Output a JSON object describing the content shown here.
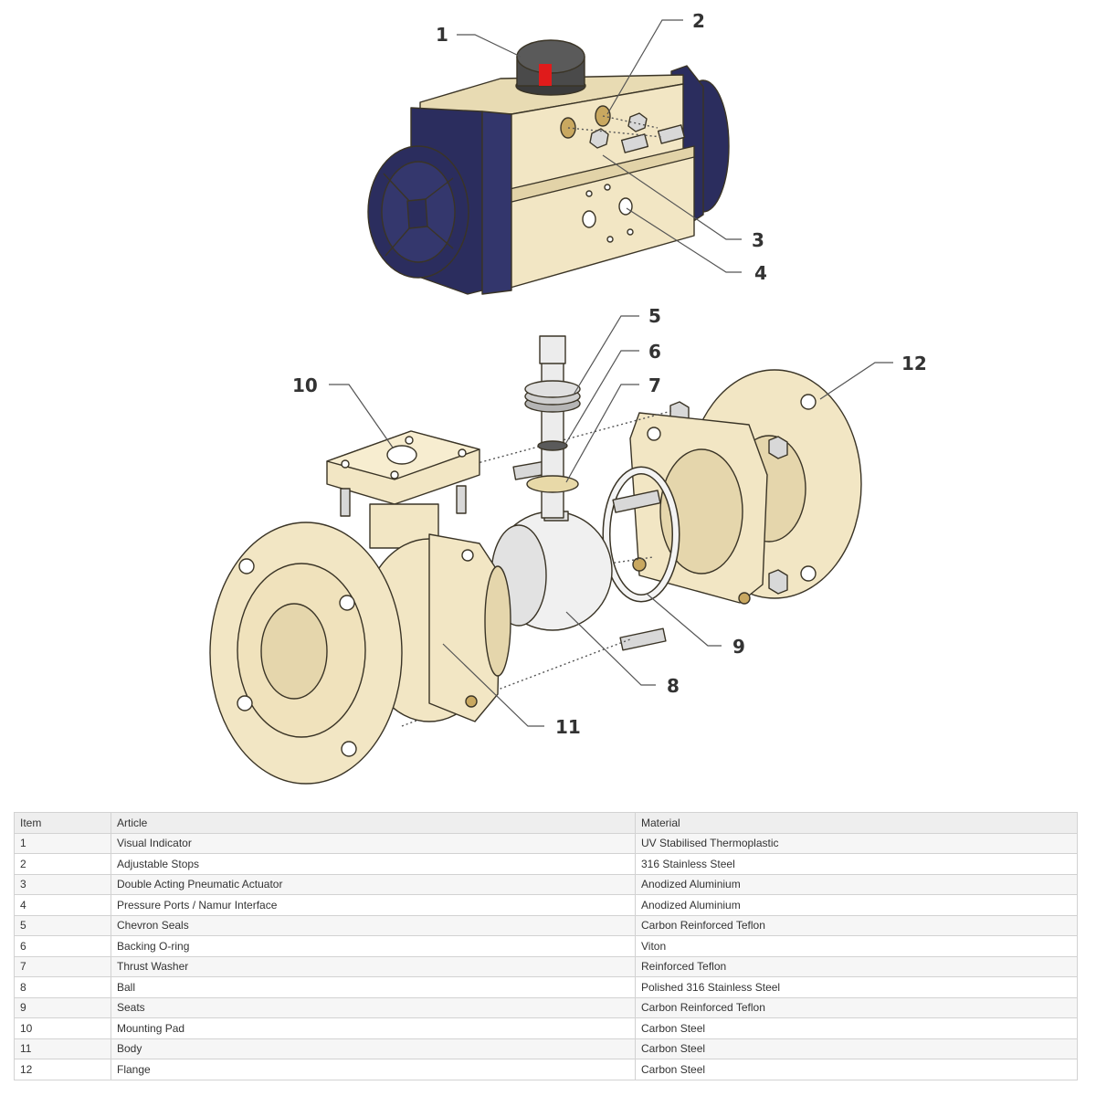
{
  "callouts": [
    {
      "number": "1",
      "part": "Visual Indicator"
    },
    {
      "number": "2",
      "part": "Adjustable Stops"
    },
    {
      "number": "3",
      "part": "Double Acting Pneumatic Actuator"
    },
    {
      "number": "4",
      "part": "Pressure Ports / Namur Interface"
    },
    {
      "number": "5",
      "part": "Chevron Seals"
    },
    {
      "number": "6",
      "part": "Backing O-ring"
    },
    {
      "number": "7",
      "part": "Thrust Washer"
    },
    {
      "number": "8",
      "part": "Ball"
    },
    {
      "number": "9",
      "part": "Seats"
    },
    {
      "number": "10",
      "part": "Mounting Pad"
    },
    {
      "number": "11",
      "part": "Body"
    },
    {
      "number": "12",
      "part": "Flange"
    }
  ],
  "colors": {
    "cream": "#f2e6c4",
    "cream_dark": "#d9caa0",
    "navy": "#2b2d5e",
    "indicator_red": "#e01b1b",
    "steel": "#d8d8d8",
    "ball": "#f0f0f0"
  },
  "table": {
    "headers": [
      "Item",
      "Article",
      "Material"
    ],
    "rows": [
      [
        "1",
        "Visual Indicator",
        "UV Stabilised Thermoplastic"
      ],
      [
        "2",
        "Adjustable Stops",
        "316 Stainless Steel"
      ],
      [
        "3",
        "Double Acting Pneumatic Actuator",
        "Anodized Aluminium"
      ],
      [
        "4",
        "Pressure Ports / Namur Interface",
        "Anodized Aluminium"
      ],
      [
        "5",
        "Chevron Seals",
        "Carbon Reinforced Teflon"
      ],
      [
        "6",
        "Backing O-ring",
        "Viton"
      ],
      [
        "7",
        "Thrust Washer",
        "Reinforced Teflon"
      ],
      [
        "8",
        "Ball",
        "Polished 316 Stainless Steel"
      ],
      [
        "9",
        "Seats",
        "Carbon Reinforced Teflon"
      ],
      [
        "10",
        "Mounting Pad",
        "Carbon Steel"
      ],
      [
        "11",
        "Body",
        "Carbon Steel"
      ],
      [
        "12",
        "Flange",
        "Carbon Steel"
      ]
    ]
  }
}
